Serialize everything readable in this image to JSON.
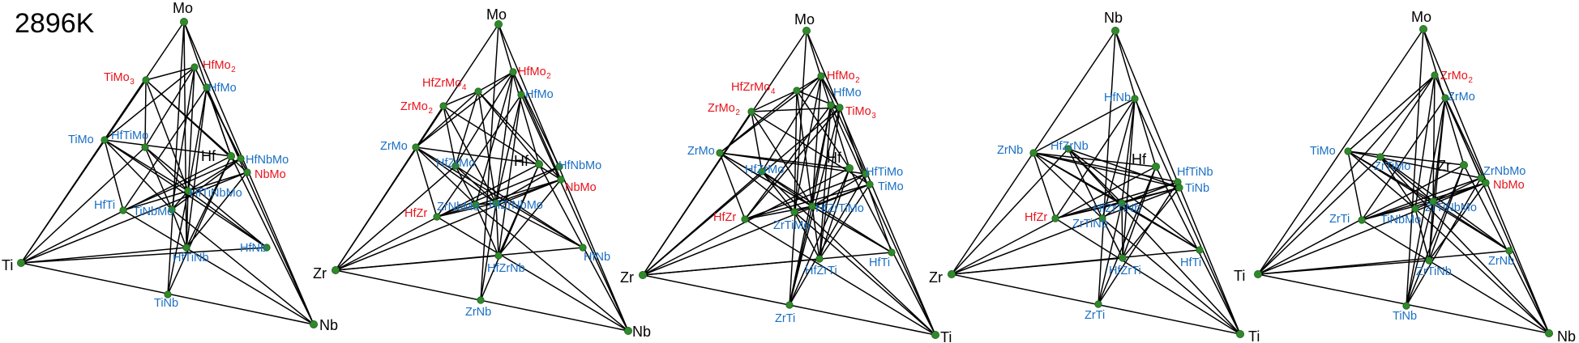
{
  "temperature_label": "2896K",
  "colors": {
    "stable": "#e8121a",
    "unstable": "#1a6fc4",
    "element": "#000000",
    "node": "#2f8a2a",
    "edge": "#000000"
  },
  "panels": [
    {
      "nodes": [
        {
          "id": "Mo",
          "label": "Mo",
          "kind": "element"
        },
        {
          "id": "Ti",
          "label": "Ti",
          "kind": "element"
        },
        {
          "id": "Nb",
          "label": "Nb",
          "kind": "element"
        },
        {
          "id": "Hf",
          "label": "Hf",
          "kind": "element"
        },
        {
          "id": "TiMo3",
          "label": "TiMo",
          "sub": "3",
          "kind": "stable"
        },
        {
          "id": "HfMo2",
          "label": "HfMo",
          "sub": "2",
          "kind": "stable"
        },
        {
          "id": "HfMo",
          "label": "HfMo",
          "kind": "unstable"
        },
        {
          "id": "TiMo",
          "label": "TiMo",
          "kind": "unstable"
        },
        {
          "id": "HfTiMo",
          "label": "HfTiMo",
          "kind": "unstable"
        },
        {
          "id": "HfNbMo",
          "label": "HfNbMo",
          "kind": "unstable"
        },
        {
          "id": "NbMo",
          "label": "NbMo",
          "kind": "stable"
        },
        {
          "id": "HfTiNbMo",
          "label": "HfTiNbMo",
          "kind": "unstable"
        },
        {
          "id": "HfTi",
          "label": "HfTi",
          "kind": "unstable"
        },
        {
          "id": "TiNbMo",
          "label": "TiNbMo",
          "kind": "unstable"
        },
        {
          "id": "HfTiNb",
          "label": "HfTiNb",
          "kind": "unstable"
        },
        {
          "id": "HfNb",
          "label": "HfNb",
          "kind": "unstable"
        },
        {
          "id": "TiNb",
          "label": "TiNb",
          "kind": "unstable"
        }
      ]
    },
    {
      "nodes": [
        {
          "id": "Mo",
          "label": "Mo",
          "kind": "element"
        },
        {
          "id": "Zr",
          "label": "Zr",
          "kind": "element"
        },
        {
          "id": "Nb",
          "label": "Nb",
          "kind": "element"
        },
        {
          "id": "Hf",
          "label": "Hf",
          "kind": "element"
        },
        {
          "id": "HfZrMo4",
          "label": "HfZrMo",
          "sub": "4",
          "kind": "stable"
        },
        {
          "id": "HfMo2",
          "label": "HfMo",
          "sub": "2",
          "kind": "stable"
        },
        {
          "id": "HfMo",
          "label": "HfMo",
          "kind": "unstable"
        },
        {
          "id": "ZrMo2",
          "label": "ZrMo",
          "sub": "2",
          "kind": "stable"
        },
        {
          "id": "ZrMo",
          "label": "ZrMo",
          "kind": "unstable"
        },
        {
          "id": "HfZrMo",
          "label": "HfZrMo",
          "kind": "unstable"
        },
        {
          "id": "HfNbMo",
          "label": "HfNbMo",
          "kind": "unstable"
        },
        {
          "id": "NbMo",
          "label": "NbMo",
          "kind": "stable"
        },
        {
          "id": "HfZr",
          "label": "HfZr",
          "kind": "stable"
        },
        {
          "id": "ZrNbMo",
          "label": "ZrNbMo",
          "kind": "unstable"
        },
        {
          "id": "HfZrNbMo",
          "label": "HfZrNbMo",
          "kind": "unstable"
        },
        {
          "id": "HfZrNb",
          "label": "HfZrNb",
          "kind": "unstable"
        },
        {
          "id": "HfNb",
          "label": "HfNb",
          "kind": "unstable"
        },
        {
          "id": "ZrNb",
          "label": "ZrNb",
          "kind": "unstable"
        }
      ]
    },
    {
      "nodes": [
        {
          "id": "Mo",
          "label": "Mo",
          "kind": "element"
        },
        {
          "id": "Zr",
          "label": "Zr",
          "kind": "element"
        },
        {
          "id": "Ti",
          "label": "Ti",
          "kind": "element"
        },
        {
          "id": "Hf",
          "label": "Hf",
          "kind": "element"
        },
        {
          "id": "HfZrMo4",
          "label": "HfZrMo",
          "sub": "4",
          "kind": "stable"
        },
        {
          "id": "HfMo2",
          "label": "HfMo",
          "sub": "2",
          "kind": "stable"
        },
        {
          "id": "HfMo",
          "label": "HfMo",
          "kind": "unstable"
        },
        {
          "id": "ZrMo2",
          "label": "ZrMo",
          "sub": "2",
          "kind": "stable"
        },
        {
          "id": "TiMo3",
          "label": "TiMo",
          "sub": "3",
          "kind": "stable"
        },
        {
          "id": "ZrMo",
          "label": "ZrMo",
          "kind": "unstable"
        },
        {
          "id": "HfZrMo",
          "label": "HfZrMo",
          "kind": "unstable"
        },
        {
          "id": "HfTiMo",
          "label": "HfTiMo",
          "kind": "unstable"
        },
        {
          "id": "TiMo",
          "label": "TiMo",
          "kind": "unstable"
        },
        {
          "id": "HfZr",
          "label": "HfZr",
          "kind": "stable"
        },
        {
          "id": "HfZrTiMo",
          "label": "HfZrTiMo",
          "kind": "unstable"
        },
        {
          "id": "ZrTiMo",
          "label": "ZrTiMo",
          "kind": "unstable"
        },
        {
          "id": "HfTi",
          "label": "HfTi",
          "kind": "unstable"
        },
        {
          "id": "HfZrTi",
          "label": "HfZrTi",
          "kind": "unstable"
        },
        {
          "id": "ZrTi",
          "label": "ZrTi",
          "kind": "unstable"
        }
      ]
    },
    {
      "nodes": [
        {
          "id": "Nb",
          "label": "Nb",
          "kind": "element"
        },
        {
          "id": "Zr",
          "label": "Zr",
          "kind": "element"
        },
        {
          "id": "Ti",
          "label": "Ti",
          "kind": "element"
        },
        {
          "id": "Hf",
          "label": "Hf",
          "kind": "element"
        },
        {
          "id": "HfNb",
          "label": "HfNb",
          "kind": "unstable"
        },
        {
          "id": "ZrNb",
          "label": "ZrNb",
          "kind": "unstable"
        },
        {
          "id": "HfZrNb",
          "label": "HfZrNb",
          "kind": "unstable"
        },
        {
          "id": "HfTiNb",
          "label": "HfTiNb",
          "kind": "unstable"
        },
        {
          "id": "TiNb",
          "label": "TiNb",
          "kind": "unstable"
        },
        {
          "id": "HfZr",
          "label": "HfZr",
          "kind": "stable"
        },
        {
          "id": "HfZrTiNb",
          "label": "HfZrTiNb",
          "kind": "unstable"
        },
        {
          "id": "ZrTiNb",
          "label": "ZrTiNb",
          "kind": "unstable"
        },
        {
          "id": "HfZrTi",
          "label": "HfZrTi",
          "kind": "unstable"
        },
        {
          "id": "HfTi",
          "label": "HfTi",
          "kind": "unstable"
        },
        {
          "id": "ZrTi",
          "label": "ZrTi",
          "kind": "unstable"
        }
      ]
    },
    {
      "nodes": [
        {
          "id": "Mo",
          "label": "Mo",
          "kind": "element"
        },
        {
          "id": "Ti",
          "label": "Ti",
          "kind": "element"
        },
        {
          "id": "Nb",
          "label": "Nb",
          "kind": "element"
        },
        {
          "id": "Zr",
          "label": "Zr",
          "kind": "element"
        },
        {
          "id": "ZrMo2",
          "label": "ZrMo",
          "sub": "2",
          "kind": "stable"
        },
        {
          "id": "ZrMo",
          "label": "ZrMo",
          "kind": "unstable"
        },
        {
          "id": "TiMo",
          "label": "TiMo",
          "kind": "unstable"
        },
        {
          "id": "ZrTiMo",
          "label": "ZrTiMo",
          "kind": "unstable"
        },
        {
          "id": "ZrNbMo",
          "label": "ZrNbMo",
          "kind": "unstable"
        },
        {
          "id": "NbMo",
          "label": "NbMo",
          "kind": "stable"
        },
        {
          "id": "ZrTi",
          "label": "ZrTi",
          "kind": "unstable"
        },
        {
          "id": "TiNbMo",
          "label": "TiNbMo",
          "kind": "unstable"
        },
        {
          "id": "ZrTiNbMo",
          "label": "ZrTiNbMo",
          "kind": "unstable"
        },
        {
          "id": "ZrTiNb",
          "label": "ZrTiNb",
          "kind": "unstable"
        },
        {
          "id": "ZrNb",
          "label": "ZrNb",
          "kind": "unstable"
        },
        {
          "id": "TiNb",
          "label": "TiNb",
          "kind": "unstable"
        }
      ]
    }
  ]
}
